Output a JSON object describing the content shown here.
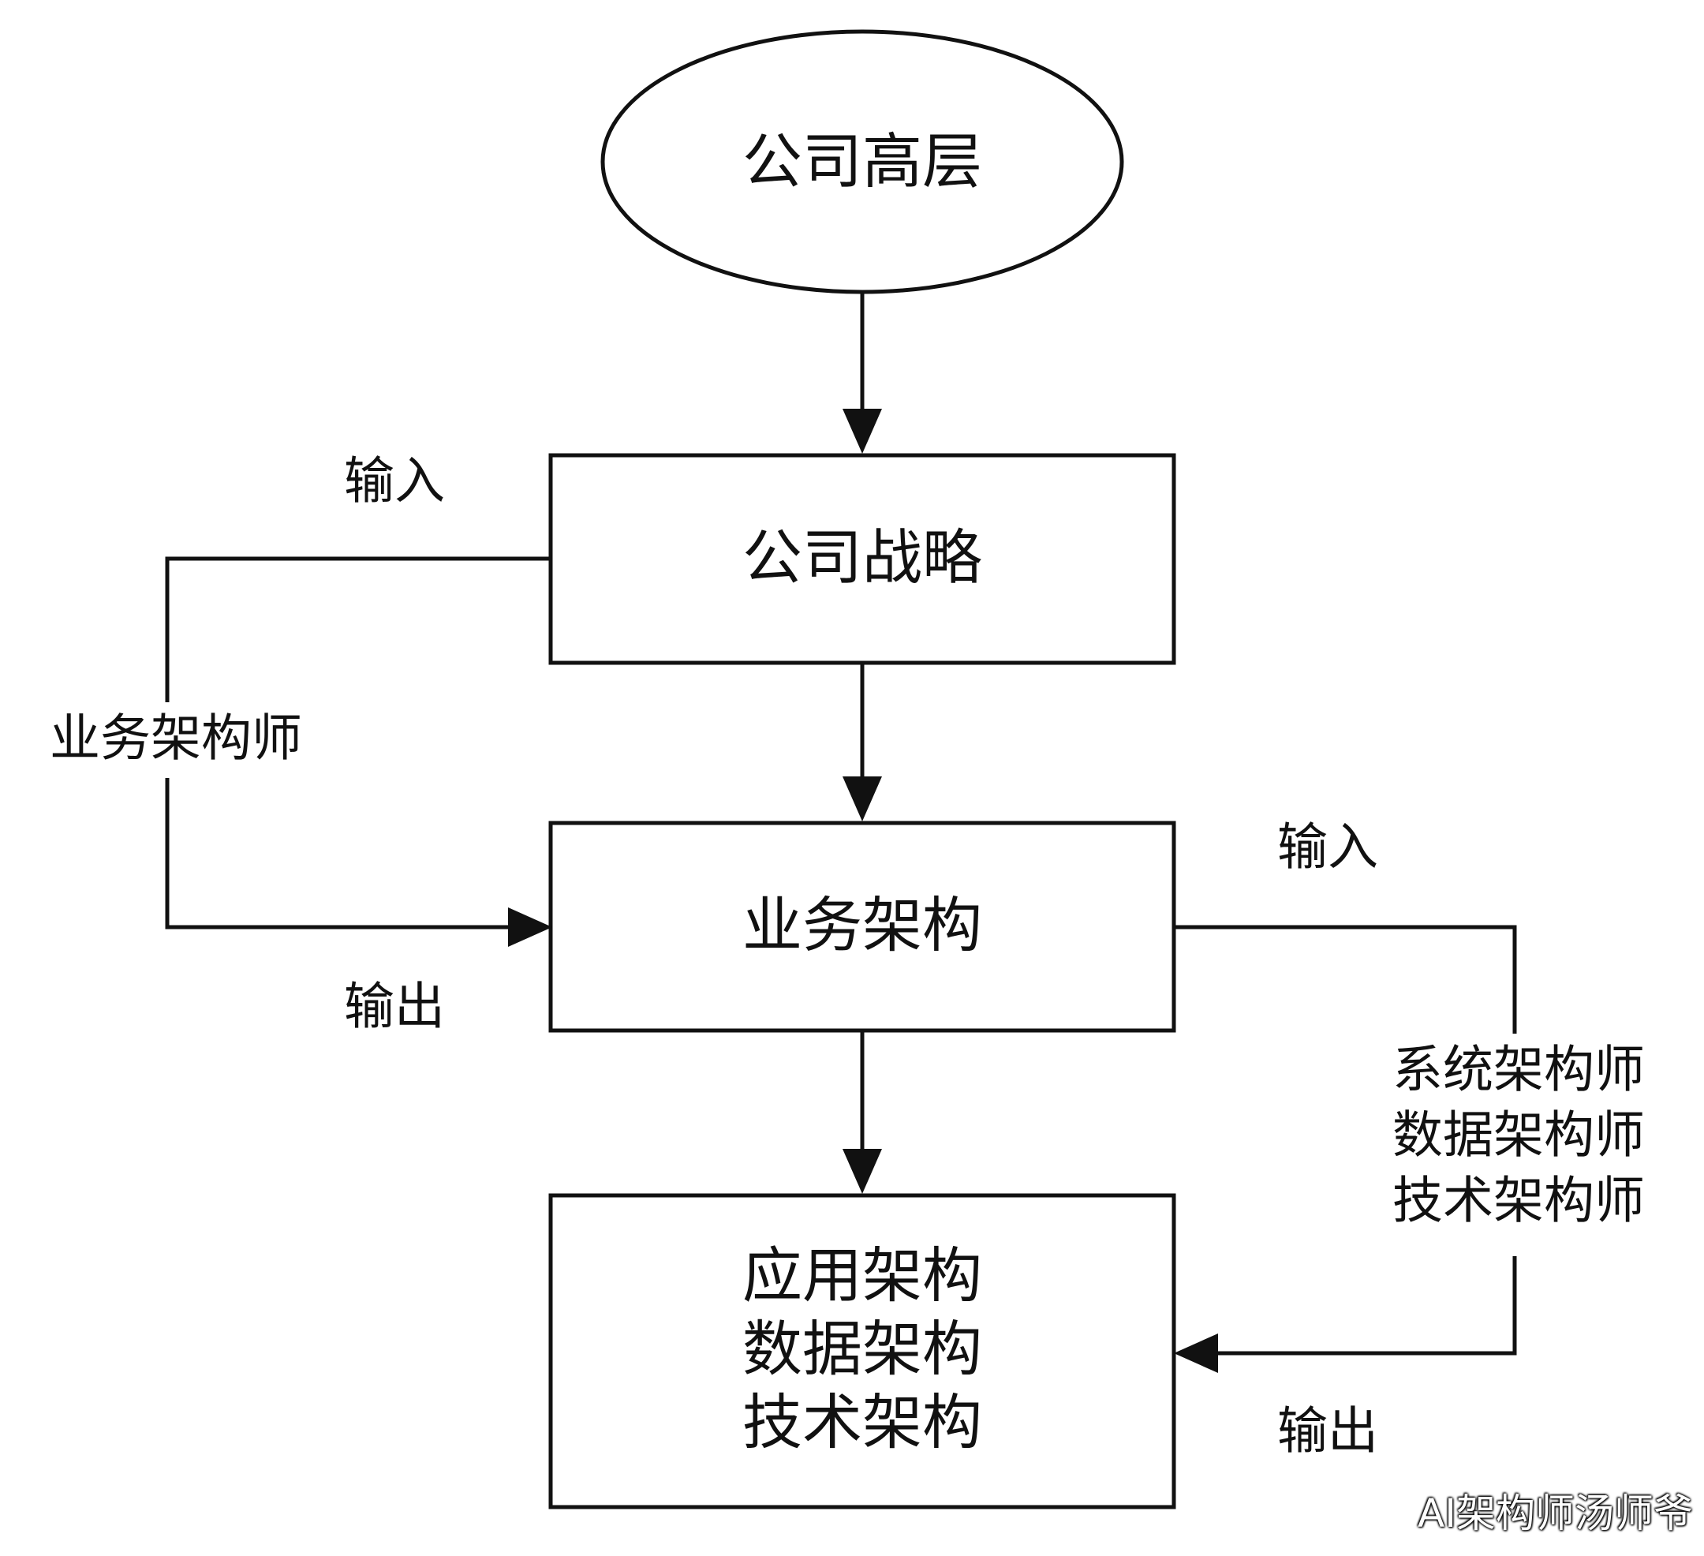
{
  "nodes": {
    "top": {
      "label": "公司高层"
    },
    "strategy": {
      "label": "公司战略"
    },
    "business": {
      "label": "业务架构"
    },
    "architectures": {
      "lines": [
        "应用架构",
        "数据架构",
        "技术架构"
      ]
    }
  },
  "left_loop": {
    "input_label": "输入",
    "role_label": "业务架构师",
    "output_label": "输出"
  },
  "right_loop": {
    "input_label": "输入",
    "roles": [
      "系统架构师",
      "数据架构师",
      "技术架构师"
    ],
    "output_label": "输出"
  },
  "watermark": "AI架构师汤师爷",
  "colors": {
    "line": "#111111",
    "background": "#ffffff"
  }
}
